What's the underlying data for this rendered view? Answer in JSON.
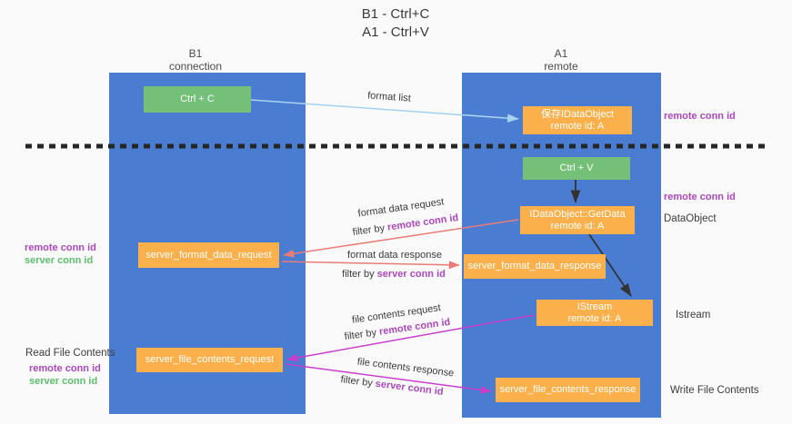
{
  "title": {
    "line1": "B1 - Ctrl+C",
    "line2": "A1 - Ctrl+V"
  },
  "columns": {
    "left": {
      "name": "B1",
      "sub": "connection"
    },
    "right": {
      "name": "A1",
      "sub": "remote"
    }
  },
  "nodes": {
    "ctrl_c": "Ctrl + C",
    "ctrl_v": "Ctrl + V",
    "save_dataobject": {
      "line1": "保存IDataObject",
      "line2": "remote id: A"
    },
    "getdata": {
      "line1": "IDataObject::GetData",
      "line2": "remote id: A"
    },
    "istream": {
      "line1": "IStream",
      "line2": "remote id: A"
    },
    "format_request": "server_format_data_request",
    "format_response": "server_format_data_response",
    "file_request": "server_file_contents_request",
    "file_response": "server_file_contents_response"
  },
  "edge_labels": {
    "format_list": "format list",
    "format_data_request": "format data request",
    "format_data_response": "format data response",
    "file_contents_request": "file contents request",
    "file_contents_response": "file contents response",
    "filter_by": "filter by ",
    "remote_conn_id": "remote conn id",
    "server_conn_id": "server conn id"
  },
  "side_labels": {
    "remote_conn_id": "remote conn id",
    "server_conn_id": "server conn id",
    "dataobject": "DataObject",
    "istream": "Istream",
    "read_file_contents": "Read File Contents",
    "write_file_contents": "Write File Contents"
  },
  "colors": {
    "blue": "#4a7dd2",
    "green": "#74c078",
    "orange": "#fbb04b",
    "purple": "#ab47bc",
    "label_green": "#5cbd6c",
    "arrow_red": "#e97c77",
    "arrow_magenta": "#c93fc9",
    "arrow_lightblue": "#a8d2f0"
  }
}
